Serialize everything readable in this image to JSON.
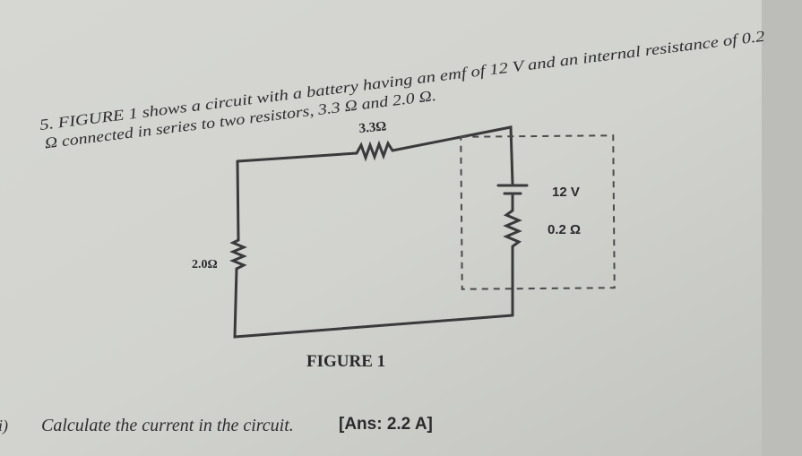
{
  "question": {
    "line1": "5.  FIGURE 1 shows a circuit with a battery having an emf of 12 V and an internal resistance of 0.2",
    "line2": "Ω connected in series to two resistors, 3.3 Ω and 2.0 Ω."
  },
  "figure": {
    "resistor_top_label": "3.3Ω",
    "resistor_left_label": "2.0Ω",
    "emf_label": "12 V",
    "internal_resistance_label": "0.2 Ω",
    "caption": "FIGURE 1"
  },
  "subquestion": {
    "number": "i)",
    "text": "Calculate the current in the circuit.",
    "answer": "[Ans: 2.2 A]"
  }
}
